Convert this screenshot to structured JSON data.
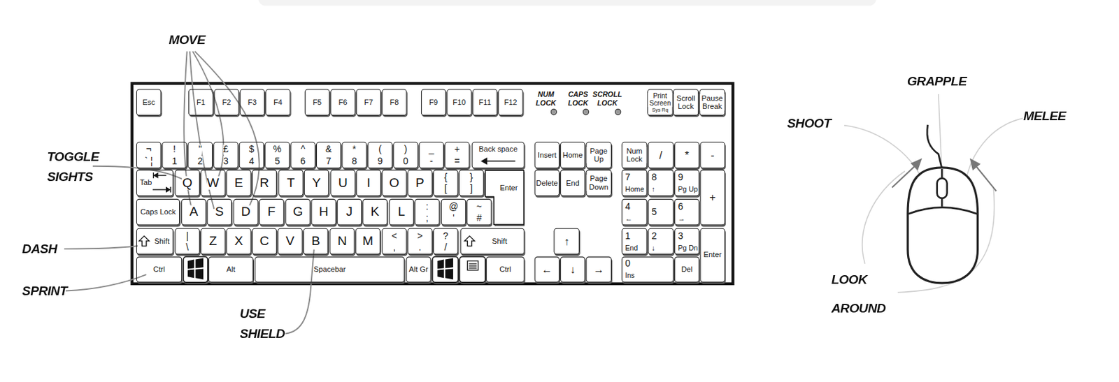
{
  "diagram": {
    "nodes": [
      {
        "text": [
          "Esc"
        ]
      },
      {
        "text": [
          "F1"
        ]
      },
      {
        "text": [
          "F2"
        ]
      },
      {
        "text": [
          "F3"
        ]
      },
      {
        "text": [
          "F4"
        ]
      },
      {
        "text": [
          "F5"
        ]
      },
      {
        "text": [
          "F6"
        ]
      },
      {
        "text": [
          "F7"
        ]
      },
      {
        "text": [
          "F8"
        ]
      },
      {
        "text": [
          "F9"
        ]
      },
      {
        "text": [
          "F10"
        ]
      },
      {
        "text": [
          "F11"
        ]
      },
      {
        "text": [
          "F12"
        ]
      },
      {
        "text": [
          "Print Screen",
          "Sys Rq"
        ]
      },
      {
        "text": [
          "Scroll Lock"
        ]
      },
      {
        "text": [
          "Pause Break"
        ]
      },
      {
        "text": [
          "¬",
          "` ¦"
        ]
      },
      {
        "text": [
          "!",
          "1"
        ]
      },
      {
        "text": [
          "\"",
          "2"
        ]
      },
      {
        "text": [
          "£",
          "3"
        ]
      },
      {
        "text": [
          "$",
          "4"
        ]
      },
      {
        "text": [
          "%",
          "5"
        ]
      },
      {
        "text": [
          "^",
          "6"
        ]
      },
      {
        "text": [
          "&",
          "7"
        ]
      },
      {
        "text": [
          "*",
          "8"
        ]
      },
      {
        "text": [
          "(",
          "9"
        ]
      },
      {
        "text": [
          ")",
          "0"
        ]
      },
      {
        "text": [
          "_",
          "-"
        ]
      },
      {
        "text": [
          "+",
          "="
        ]
      },
      {
        "text": [
          "Back space"
        ]
      },
      {
        "text": [
          "Insert"
        ]
      },
      {
        "text": [
          "Home"
        ]
      },
      {
        "text": [
          "Page Up"
        ]
      },
      {
        "text": [
          "Num Lock"
        ]
      },
      {
        "text": [
          "/"
        ]
      },
      {
        "text": [
          "*"
        ]
      },
      {
        "text": [
          "-"
        ]
      },
      {
        "text": [
          "Tab"
        ]
      },
      {
        "text": [
          "Q"
        ]
      },
      {
        "text": [
          "W"
        ]
      },
      {
        "text": [
          "E"
        ]
      },
      {
        "text": [
          "R"
        ]
      },
      {
        "text": [
          "T"
        ]
      },
      {
        "text": [
          "Y"
        ]
      },
      {
        "text": [
          "U"
        ]
      },
      {
        "text": [
          "I"
        ]
      },
      {
        "text": [
          "O"
        ]
      },
      {
        "text": [
          "P"
        ]
      },
      {
        "text": [
          "{",
          "["
        ]
      },
      {
        "text": [
          "}",
          "]"
        ]
      },
      {
        "text": [
          "Enter"
        ]
      },
      {
        "text": [
          "Delete"
        ]
      },
      {
        "text": [
          "End"
        ]
      },
      {
        "text": [
          "Page Down"
        ]
      },
      {
        "text": [
          "7",
          "Home"
        ]
      },
      {
        "text": [
          "8",
          "↑"
        ]
      },
      {
        "text": [
          "9",
          "Pg Up"
        ]
      },
      {
        "text": [
          "+"
        ]
      },
      {
        "text": [
          "Caps Lock"
        ]
      },
      {
        "text": [
          "A"
        ]
      },
      {
        "text": [
          "S"
        ]
      },
      {
        "text": [
          "D"
        ]
      },
      {
        "text": [
          "F"
        ]
      },
      {
        "text": [
          "G"
        ]
      },
      {
        "text": [
          "H"
        ]
      },
      {
        "text": [
          "J"
        ]
      },
      {
        "text": [
          "K"
        ]
      },
      {
        "text": [
          "L"
        ]
      },
      {
        "text": [
          ":",
          ";"
        ]
      },
      {
        "text": [
          "@",
          "'"
        ]
      },
      {
        "text": [
          "~",
          "#"
        ]
      },
      {
        "text": [
          "4",
          "←"
        ]
      },
      {
        "text": [
          "5"
        ]
      },
      {
        "text": [
          "6",
          "→"
        ]
      },
      {
        "text": [
          "Shift"
        ]
      },
      {
        "text": [
          "|",
          "\\"
        ]
      },
      {
        "text": [
          "Z"
        ]
      },
      {
        "text": [
          "X"
        ]
      },
      {
        "text": [
          "C"
        ]
      },
      {
        "text": [
          "V"
        ]
      },
      {
        "text": [
          "B"
        ]
      },
      {
        "text": [
          "N"
        ]
      },
      {
        "text": [
          "M"
        ]
      },
      {
        "text": [
          "<",
          ","
        ]
      },
      {
        "text": [
          ">",
          "."
        ]
      },
      {
        "text": [
          "?",
          "/"
        ]
      },
      {
        "text": [
          "Shift"
        ]
      },
      {
        "text": [
          "↑"
        ]
      },
      {
        "text": [
          "1",
          "End"
        ]
      },
      {
        "text": [
          "2",
          "↓"
        ]
      },
      {
        "text": [
          "3",
          "Pg Dn"
        ]
      },
      {
        "text": [
          "Enter"
        ]
      },
      {
        "text": [
          "Ctrl"
        ]
      },
      {
        "text": [
          "Alt"
        ]
      },
      {
        "text": [
          "Spacebar"
        ]
      },
      {
        "text": [
          "Alt Gr"
        ]
      },
      {
        "text": [
          "Ctrl"
        ]
      },
      {
        "text": [
          "←"
        ]
      },
      {
        "text": [
          "↓"
        ]
      },
      {
        "text": [
          "→"
        ]
      },
      {
        "text": [
          "0",
          "Ins"
        ]
      },
      {
        "text": [
          "Del"
        ]
      }
    ],
    "labels": [
      "NUM LOCK",
      "CAPS LOCK",
      "SCROLL LOCK",
      "MOVE",
      "TOGGLE SIGHTS",
      "DASH",
      "SPRINT",
      "USE SHIELD",
      "SHOOT",
      "GRAPPLE",
      "MELEE",
      "LOOK AROUND"
    ]
  }
}
